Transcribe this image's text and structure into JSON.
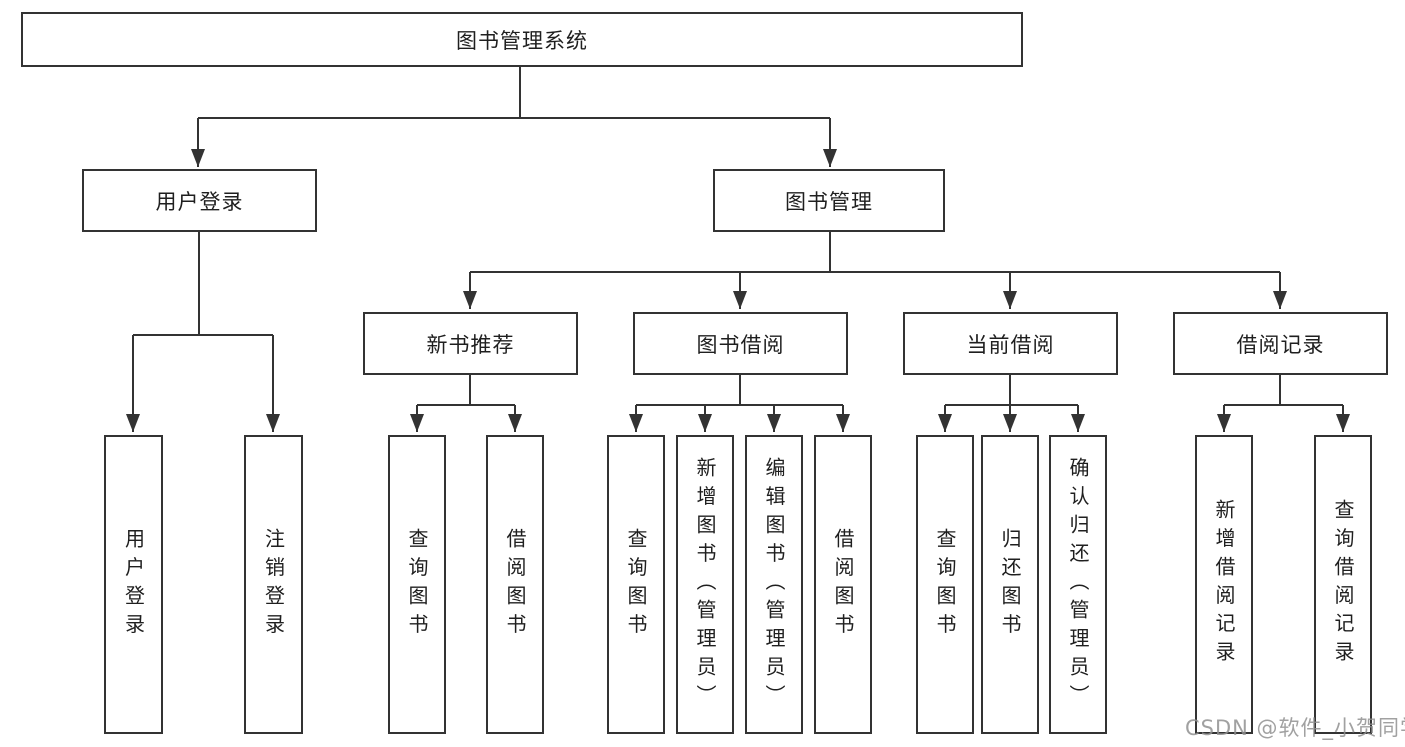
{
  "watermark": "CSDN @软件_小贺同学",
  "colors": {
    "line": "#333333",
    "box_border": "#333333",
    "text": "#1f1f1f",
    "watermark": "#919191",
    "background": "#ffffff"
  },
  "tree": {
    "label": "图书管理系统",
    "children": [
      {
        "label": "用户登录",
        "children": [
          {
            "label": "用户登录"
          },
          {
            "label": "注销登录"
          }
        ]
      },
      {
        "label": "图书管理",
        "children": [
          {
            "label": "新书推荐",
            "children": [
              {
                "label": "查询图书"
              },
              {
                "label": "借阅图书"
              }
            ]
          },
          {
            "label": "图书借阅",
            "children": [
              {
                "label": "查询图书"
              },
              {
                "label": "新增图书（管理员）"
              },
              {
                "label": "编辑图书（管理员）"
              },
              {
                "label": "借阅图书"
              }
            ]
          },
          {
            "label": "当前借阅",
            "children": [
              {
                "label": "查询图书"
              },
              {
                "label": "归还图书"
              },
              {
                "label": "确认归还（管理员）"
              }
            ]
          },
          {
            "label": "借阅记录",
            "children": [
              {
                "label": "新增借阅记录"
              },
              {
                "label": "查询借阅记录"
              }
            ]
          }
        ]
      }
    ]
  }
}
